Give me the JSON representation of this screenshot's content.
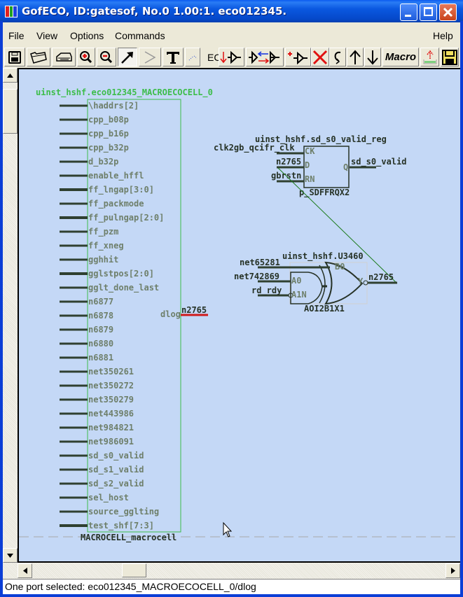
{
  "window": {
    "title": "GofECO, ID:gatesof, No.0 1.00:1. eco012345.",
    "logo_colors": [
      "#e02020",
      "#20a020",
      "#2040e0"
    ],
    "controls": [
      "minimize",
      "maximize",
      "close"
    ]
  },
  "menu": {
    "items": [
      "File",
      "View",
      "Options",
      "Commands"
    ],
    "help": "Help"
  },
  "toolbar": {
    "buttons": [
      {
        "icon": "floppy-save-icon"
      },
      {
        "icon": "open-folder-icon"
      },
      {
        "icon": "printer-icon"
      },
      {
        "icon": "zoom-in-icon"
      },
      {
        "icon": "zoom-out-icon"
      },
      {
        "icon": "select-arrow-icon",
        "pressed": true
      },
      {
        "icon": "gate-greater-icon"
      },
      {
        "icon": "text-tool-icon"
      },
      {
        "icon": "dotted-line-icon"
      }
    ],
    "ec_label": "EC",
    "eco_buttons": [
      {
        "icon": "insert-gate-down-icon"
      },
      {
        "icon": "swap-gate-icon"
      },
      {
        "icon": "add-gate-icon"
      },
      {
        "icon": "delete-x-icon"
      },
      {
        "icon": "undo-loop-icon"
      },
      {
        "icon": "arrow-up-icon"
      },
      {
        "icon": "arrow-down-icon"
      },
      {
        "icon": "macro-icon",
        "label": "Macro"
      },
      {
        "icon": "upload-icon"
      },
      {
        "icon": "save-disk-icon"
      }
    ]
  },
  "schematic": {
    "macro_instance": {
      "title": "uinst_hshf.eco012345_MACROECOCELL_0",
      "cell_name": "MACROCELL_macrocell",
      "input_pins": [
        {
          "name": "\\haddrs[2]",
          "bus": false
        },
        {
          "name": "cpp_b08p",
          "bus": false
        },
        {
          "name": "cpp_b16p",
          "bus": false
        },
        {
          "name": "cpp_b32p",
          "bus": false
        },
        {
          "name": "d_b32p",
          "bus": false
        },
        {
          "name": "enable_hffl",
          "bus": false
        },
        {
          "name": "ff_lngap[3:0]",
          "bus": true
        },
        {
          "name": "ff_packmode",
          "bus": false
        },
        {
          "name": "ff_pulngap[2:0]",
          "bus": true
        },
        {
          "name": "ff_pzm",
          "bus": false
        },
        {
          "name": "ff_xneg",
          "bus": false
        },
        {
          "name": "gghhit",
          "bus": false
        },
        {
          "name": "gglstpos[2:0]",
          "bus": true
        },
        {
          "name": "gglt_done_last",
          "bus": false
        },
        {
          "name": "n6877",
          "bus": false
        },
        {
          "name": "n6878",
          "bus": false
        },
        {
          "name": "n6879",
          "bus": false
        },
        {
          "name": "n6880",
          "bus": false
        },
        {
          "name": "n6881",
          "bus": false
        },
        {
          "name": "net350261",
          "bus": false
        },
        {
          "name": "net350272",
          "bus": false
        },
        {
          "name": "net350279",
          "bus": false
        },
        {
          "name": "net443986",
          "bus": false
        },
        {
          "name": "net984821",
          "bus": false
        },
        {
          "name": "net986091",
          "bus": false
        },
        {
          "name": "sd_s0_valid",
          "bus": false
        },
        {
          "name": "sd_s1_valid",
          "bus": false
        },
        {
          "name": "sd_s2_valid",
          "bus": false
        },
        {
          "name": "sel_host",
          "bus": false
        },
        {
          "name": "source_gglting",
          "bus": false
        },
        {
          "name": "test_shf[7:3]",
          "bus": true
        }
      ],
      "output_pin": {
        "name": "dlog",
        "net": "n2765",
        "selected": true,
        "color": "#d01a1a"
      }
    },
    "flop": {
      "instance": "uinst_hshf.sd_s0_valid_reg",
      "cell": "p_SDFFRQX2",
      "pins": [
        {
          "pin": "CK",
          "net": "clk2gb_qcifr_clk"
        },
        {
          "pin": "D",
          "net": "n2765"
        },
        {
          "pin": "RN",
          "net": "gbrstn"
        }
      ],
      "output": {
        "pin": "Q",
        "net": "sd_s0_valid"
      }
    },
    "gate": {
      "instance": "uinst_hshf.U3460",
      "cell": "AOI2B1X1",
      "pins": [
        {
          "pin": "B0",
          "net": "net65281"
        },
        {
          "pin": "A0",
          "net": "net742869"
        },
        {
          "pin": "A1N",
          "net": "rd_rdy"
        }
      ],
      "output": {
        "pin": "Y",
        "net": "n2765"
      }
    },
    "colors": {
      "background": "#c4d8f6",
      "wire": "#2f4030",
      "box": "#3dbd4a",
      "flyline": "#1a7a1a"
    }
  },
  "status": {
    "text": "One port selected: eco012345_MACROECOCELL_0/dlog"
  }
}
